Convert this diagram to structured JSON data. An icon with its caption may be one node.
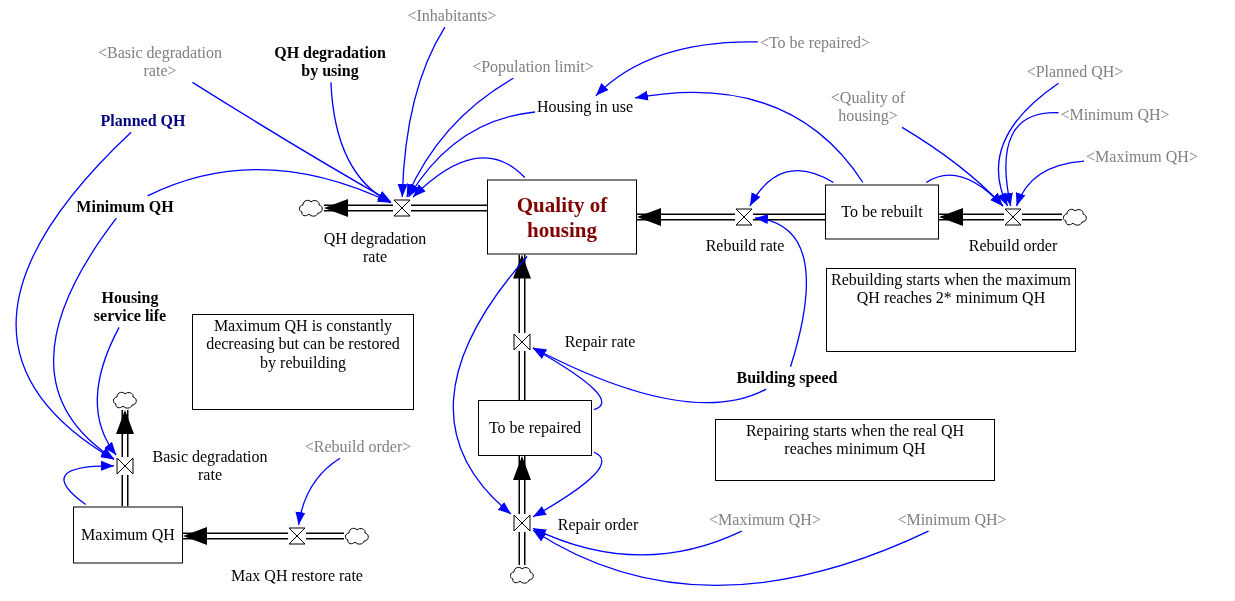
{
  "diagram": {
    "nodes": [
      {
        "text": [
          "<Inhabitants>"
        ]
      },
      {
        "text": [
          "QH degradation by using"
        ]
      },
      {
        "text": [
          "<Basic degradation rate>"
        ]
      },
      {
        "text": [
          "<Population limit>"
        ]
      },
      {
        "text": [
          "<To be repaired>"
        ]
      },
      {
        "text": [
          "Housing in use"
        ]
      },
      {
        "text": [
          "<Planned QH>"
        ]
      },
      {
        "text": [
          "<Quality of housing>"
        ]
      },
      {
        "text": [
          "<Minimum QH>"
        ]
      },
      {
        "text": [
          "<Maximum QH>"
        ]
      },
      {
        "text": [
          "Planned QH"
        ]
      },
      {
        "text": [
          "Minimum QH"
        ]
      },
      {
        "text": [],
        "shape": "cloud"
      },
      {
        "text": [],
        "shape": "valve",
        "beside": [
          "QH degradation rate"
        ]
      },
      {
        "text": [
          "Quality of housing"
        ]
      },
      {
        "text": [],
        "shape": "valve",
        "beside": [
          "Rebuild rate"
        ]
      },
      {
        "text": [
          "To be rebuilt"
        ]
      },
      {
        "text": [],
        "shape": "valve",
        "beside": [
          "Rebuild order"
        ]
      },
      {
        "text": [],
        "shape": "cloud"
      },
      {
        "text": [
          "Housing service life"
        ]
      },
      {
        "text": [
          "Maximum QH is constantly decreasing but can be restored by rebuilding"
        ]
      },
      {
        "text": [
          "Rebuilding starts when the maximum QH reaches 2* minimum QH"
        ]
      },
      {
        "text": [],
        "shape": "valve",
        "beside": [
          "Repair rate"
        ]
      },
      {
        "text": [
          "Building speed"
        ]
      },
      {
        "text": [
          "To be repaired"
        ]
      },
      {
        "text": [],
        "shape": "cloud"
      },
      {
        "text": [],
        "shape": "valve",
        "beside": [
          "Basic degradation rate"
        ]
      },
      {
        "text": [
          "<Rebuild order>"
        ]
      },
      {
        "text": [
          "Repairing starts when the real QH reaches minimum QH"
        ]
      },
      {
        "text": [
          "Maximum QH"
        ]
      },
      {
        "text": [],
        "shape": "valve",
        "beside": [
          "Max QH restore rate"
        ]
      },
      {
        "text": [],
        "shape": "cloud"
      },
      {
        "text": [],
        "shape": "valve",
        "beside": [
          "Repair order"
        ]
      },
      {
        "text": [
          "<Maximum QH>"
        ]
      },
      {
        "text": [
          "<Minimum QH>"
        ]
      },
      {
        "text": [],
        "shape": "cloud"
      }
    ],
    "edges": [
      {
        "from": 14,
        "to": 13,
        "arrow": "none",
        "style": "thick",
        "color": "#000000"
      },
      {
        "from": 13,
        "to": 12,
        "arrow": "to",
        "style": "thick",
        "color": "#000000"
      },
      {
        "from": 16,
        "to": 15,
        "arrow": "none",
        "style": "thick",
        "color": "#000000"
      },
      {
        "from": 15,
        "to": 14,
        "arrow": "to",
        "style": "thick",
        "color": "#000000"
      },
      {
        "from": 18,
        "to": 17,
        "arrow": "none",
        "style": "thick",
        "color": "#000000"
      },
      {
        "from": 17,
        "to": 16,
        "arrow": "to",
        "style": "thick",
        "color": "#000000"
      },
      {
        "from": 24,
        "to": 22,
        "arrow": "none",
        "style": "thick",
        "color": "#000000"
      },
      {
        "from": 22,
        "to": 14,
        "arrow": "to",
        "style": "thick",
        "color": "#000000"
      },
      {
        "from": 35,
        "to": 32,
        "arrow": "none",
        "style": "thick",
        "color": "#000000"
      },
      {
        "from": 32,
        "to": 24,
        "arrow": "to",
        "style": "thick",
        "color": "#000000"
      },
      {
        "from": 29,
        "to": 26,
        "arrow": "none",
        "style": "thick",
        "color": "#000000"
      },
      {
        "from": 26,
        "to": 25,
        "arrow": "to",
        "style": "thick",
        "color": "#000000"
      },
      {
        "from": 31,
        "to": 30,
        "arrow": "none",
        "style": "thick",
        "color": "#000000"
      },
      {
        "from": 30,
        "to": 29,
        "arrow": "to",
        "style": "thick",
        "color": "#000000"
      },
      {
        "from": 2,
        "to": 13,
        "arrow": "to"
      },
      {
        "from": 1,
        "to": 13,
        "arrow": "to"
      },
      {
        "from": 0,
        "to": 13,
        "arrow": "to"
      },
      {
        "from": 3,
        "to": 13,
        "arrow": "to"
      },
      {
        "from": 5,
        "to": 13,
        "arrow": "to"
      },
      {
        "from": 14,
        "to": 13,
        "arrow": "to"
      },
      {
        "from": 11,
        "to": 13,
        "arrow": "to"
      },
      {
        "from": 4,
        "to": 5,
        "arrow": "to"
      },
      {
        "from": 16,
        "to": 5,
        "arrow": "to"
      },
      {
        "from": 16,
        "to": 15,
        "arrow": "to"
      },
      {
        "from": 16,
        "to": 17,
        "arrow": "to"
      },
      {
        "from": 7,
        "to": 17,
        "arrow": "to"
      },
      {
        "from": 6,
        "to": 17,
        "arrow": "to"
      },
      {
        "from": 8,
        "to": 17,
        "arrow": "to"
      },
      {
        "from": 9,
        "to": 17,
        "arrow": "to"
      },
      {
        "from": 23,
        "to": 15,
        "arrow": "to"
      },
      {
        "from": 23,
        "to": 22,
        "arrow": "to"
      },
      {
        "from": 24,
        "to": 22,
        "arrow": "to"
      },
      {
        "from": 24,
        "to": 32,
        "arrow": "to"
      },
      {
        "from": 14,
        "to": 32,
        "arrow": "to"
      },
      {
        "from": 33,
        "to": 32,
        "arrow": "to"
      },
      {
        "from": 34,
        "to": 32,
        "arrow": "to"
      },
      {
        "from": 10,
        "to": 26,
        "arrow": "to"
      },
      {
        "from": 11,
        "to": 26,
        "arrow": "to"
      },
      {
        "from": 19,
        "to": 26,
        "arrow": "to"
      },
      {
        "from": 29,
        "to": 26,
        "arrow": "to"
      },
      {
        "from": 27,
        "to": 30,
        "arrow": "to"
      }
    ]
  }
}
